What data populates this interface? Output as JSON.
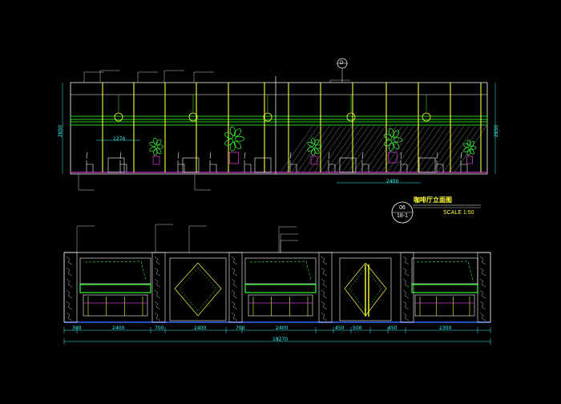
{
  "drawing": {
    "title": "咖啡厅立面图",
    "scale": "SCALE 1:50",
    "sheet_top": "06",
    "sheet_bottom": "18-1",
    "colors": {
      "background": "#000000",
      "structure": "#ffff33",
      "wall": "#ffffff",
      "plant": "#33ff33",
      "furniture": "#ffffff",
      "floor": "#cc33cc",
      "dimension": "#33ffff",
      "glass": "#33ff66",
      "base_line": "#3366ff"
    }
  },
  "top_elevation": {
    "dims": {
      "bay": "1270",
      "span": "2400",
      "height_left": "2850",
      "height_right": "2850"
    },
    "marker": "D"
  },
  "bottom_elevation": {
    "dims": {
      "d1": "300",
      "d2": "2400",
      "d3": "700",
      "d4": "2400",
      "d5": "700",
      "d6": "2400",
      "d7": "450",
      "d8": "500",
      "d9": "450",
      "d10": "2300",
      "total": "18270"
    }
  }
}
